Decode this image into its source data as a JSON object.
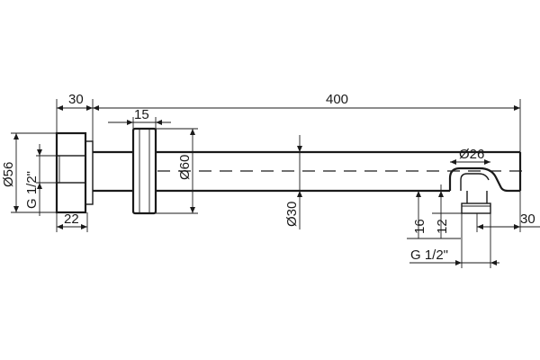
{
  "drawing": {
    "dimensions": {
      "length_total": "400",
      "flange_depth": "30",
      "flange_thickness": "15",
      "inlet_length": "22",
      "outlet_offset": "30",
      "outlet_height": "16",
      "outlet_thread_len": "12"
    },
    "diameters": {
      "flange_dia": "Ø56",
      "rosette_dia": "Ø60",
      "arm_dia": "Ø30",
      "outlet_dia": "Ø26"
    },
    "threads": {
      "inlet_thread": "G 1/2\"",
      "outlet_thread": "G 1/2\""
    }
  }
}
